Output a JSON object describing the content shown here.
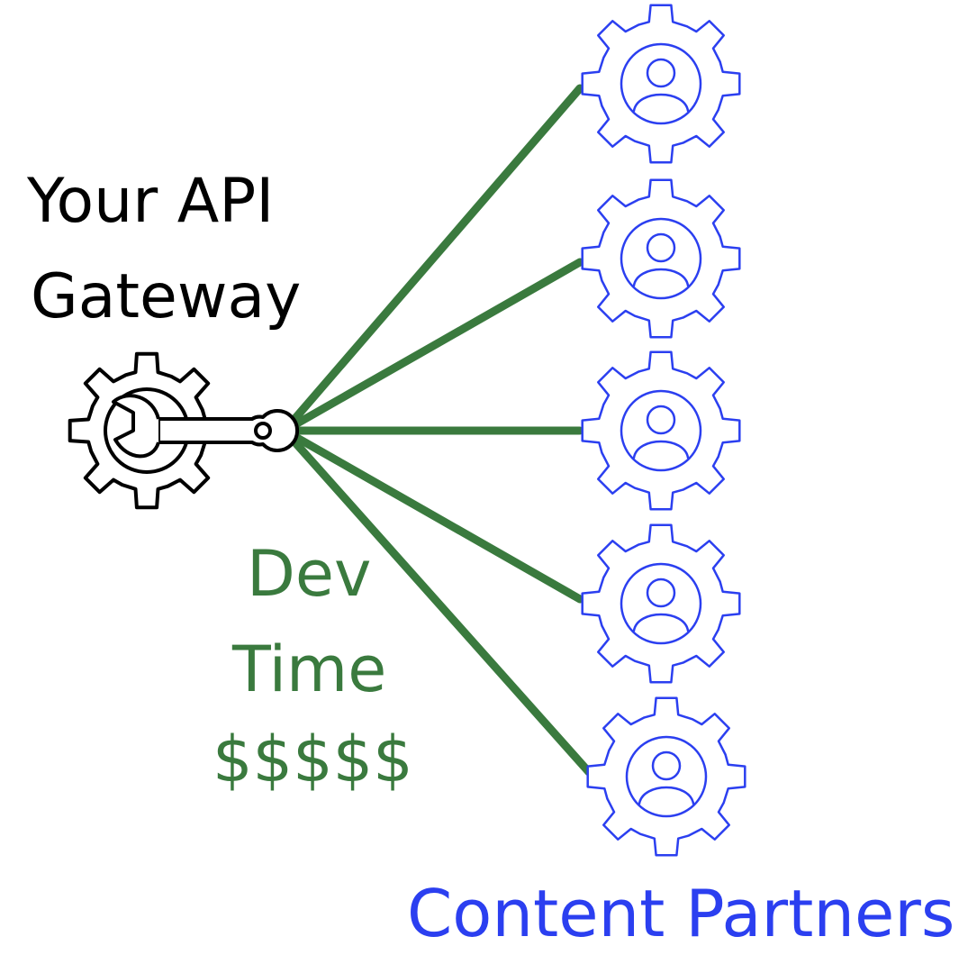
{
  "gateway": {
    "title_line_1": "Your API",
    "title_line_2": "Gateway",
    "icon": "gear-wrench-icon"
  },
  "cost": {
    "line_1": "Dev",
    "line_2": "Time",
    "line_3": "$$$$$"
  },
  "partners": {
    "label": "Content Partners",
    "count": 5,
    "icon": "gear-user-icon"
  },
  "colors": {
    "text": "#000000",
    "connector": "#3a7a3e",
    "partner": "#2b3ff0"
  }
}
